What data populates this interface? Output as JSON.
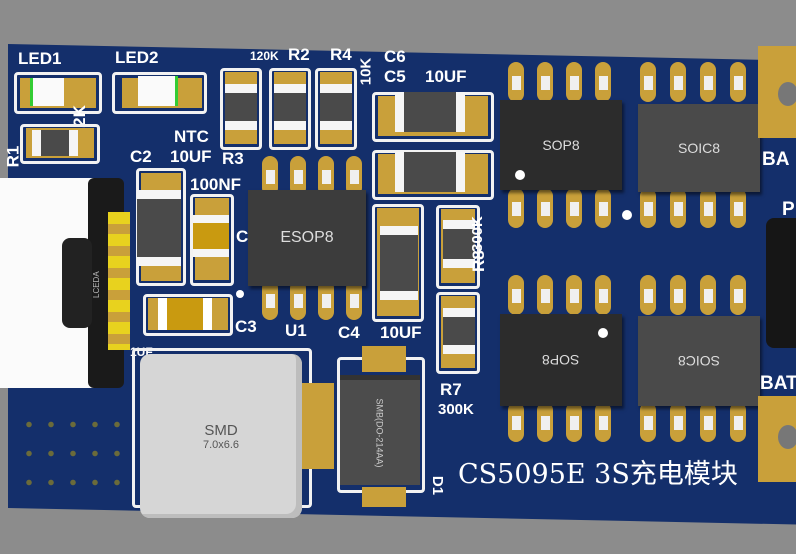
{
  "board": {
    "title": "CS5095E 3S充电模块",
    "colors": {
      "board": "#142f6b",
      "pad": "#c9a03a",
      "silk": "#ffffff",
      "background": "#8c8c8c"
    }
  },
  "labels": {
    "led1": "LED1",
    "led2": "LED2",
    "r1": "R1",
    "r1_value": "1.2K",
    "r2_value": "120K",
    "r2": "R2",
    "r4": "R4",
    "r4_value": "10K",
    "c6": "C6",
    "c5": "C5",
    "c5_value": "10UF",
    "ntc": "NTC",
    "c2": "C2",
    "c2_value": "10UF",
    "r3": "R3",
    "c_100nf": "100NF",
    "c_partial": "C",
    "c3": "C3",
    "c3_value": "1UF",
    "u1": "U1",
    "c4": "C4",
    "c4_value": "10UF",
    "r8": "R8",
    "r8_value": "300K",
    "r7": "R7",
    "r7_value": "300K",
    "d1": "D1",
    "bat_top": "BA",
    "p": "P",
    "bat_bottom": "BAT"
  },
  "packages": {
    "esop8": "ESOP8",
    "sop8_top": "SOP8",
    "soic8_top": "SOIC8",
    "sop8_bottom": "SOP8",
    "soic8_bottom": "SOIC8",
    "inductor": "SMD",
    "inductor_size": "7.0x6.6",
    "diode": "SMB(DO-214AA)",
    "usb_marking": "LCEDA"
  }
}
